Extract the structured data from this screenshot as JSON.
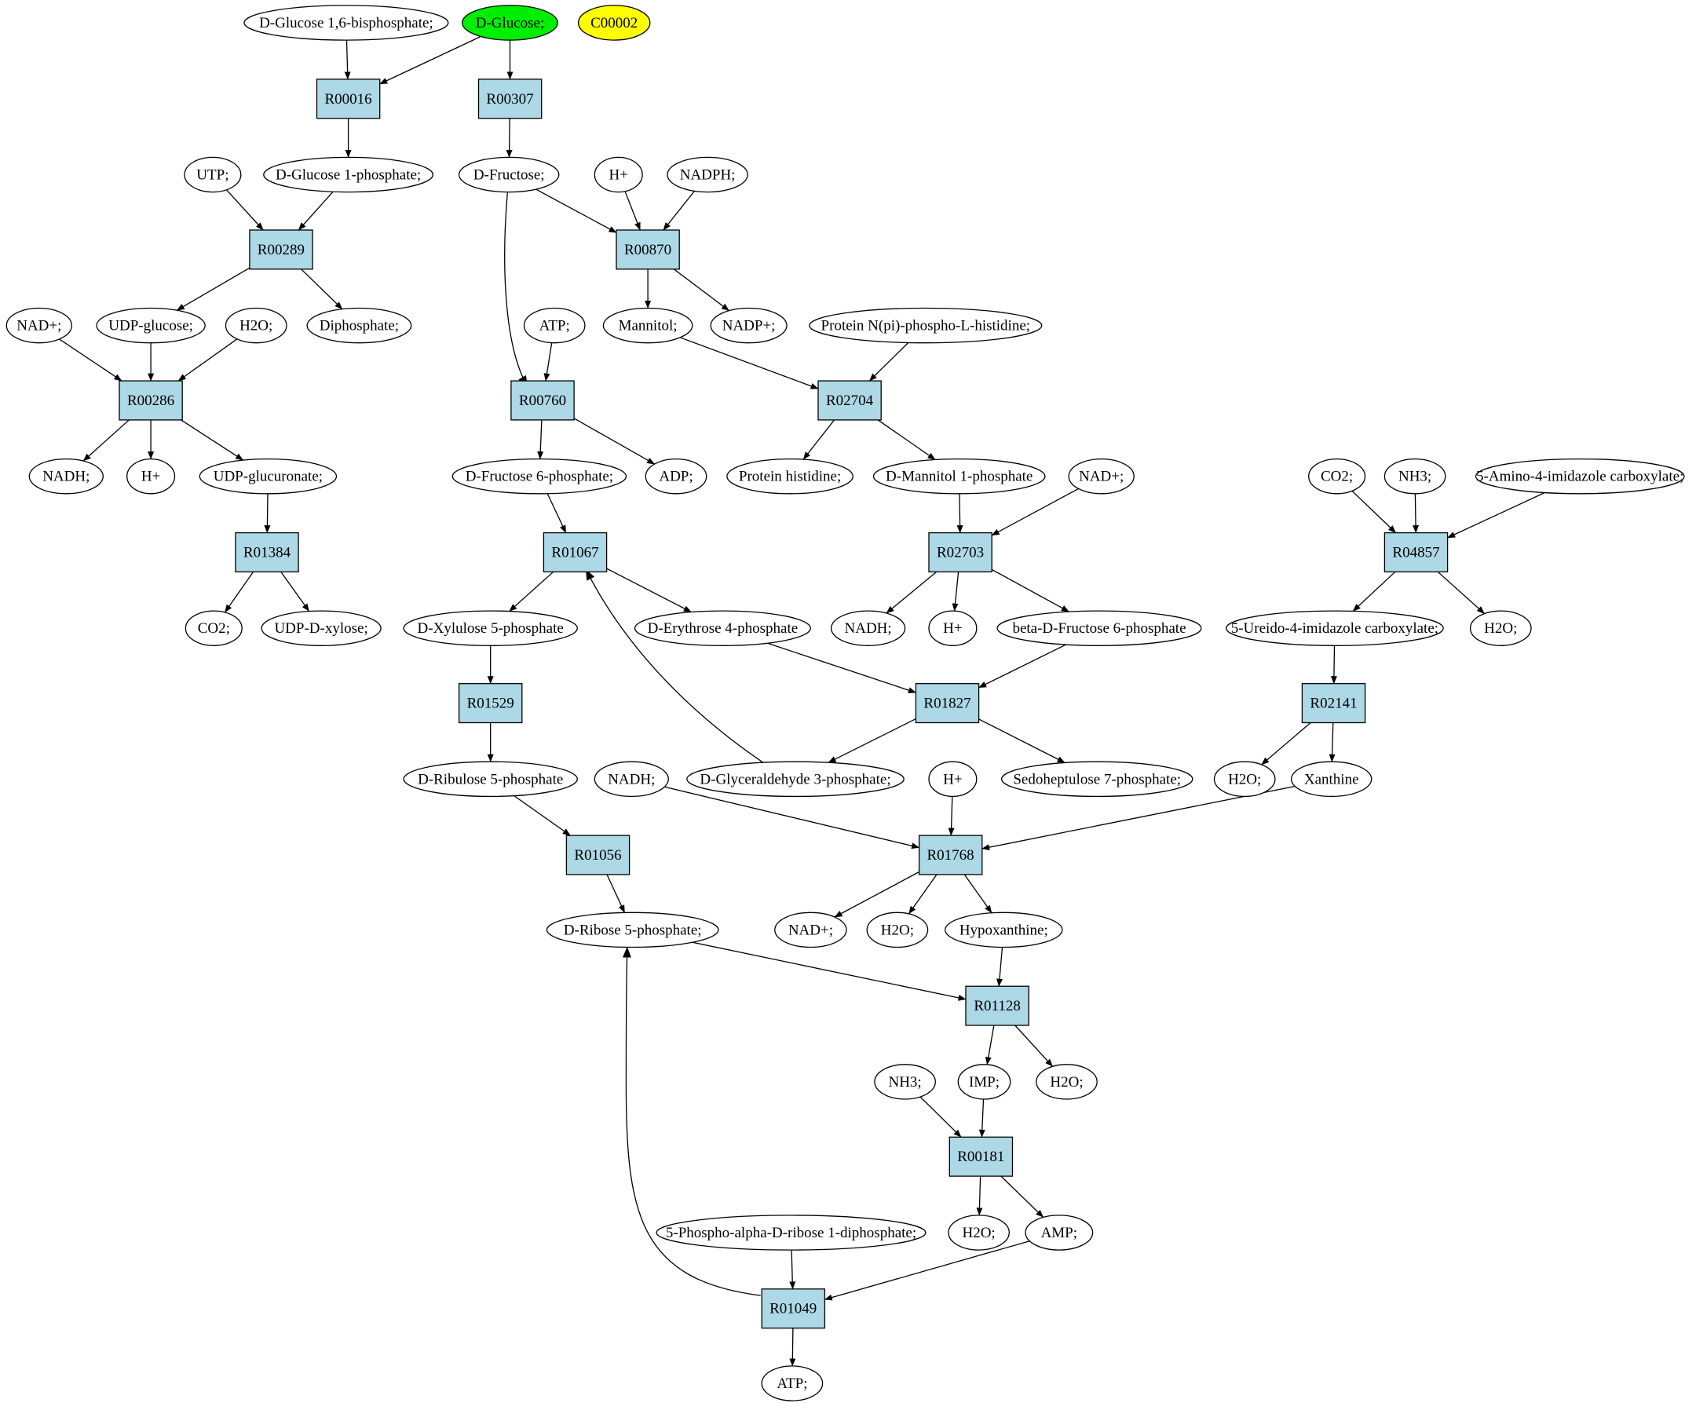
{
  "colors": {
    "background": "#ffffff",
    "compound_fill": "#ffffff",
    "highlight_green": "#00ee00",
    "highlight_yellow": "#ffff00",
    "reaction_fill": "#add8e6",
    "line": "#000000"
  },
  "compounds": {
    "c1": "D-Glucose 1,6-bisphosphate;",
    "c2": "D-Glucose;",
    "c3": "C00002",
    "c4": "UTP;",
    "c5": "D-Glucose 1-phosphate;",
    "c6": "D-Fructose;",
    "c7": "H+",
    "c8": "NADPH;",
    "c9": "NAD+;",
    "c10": "UDP-glucose;",
    "c11": "H2O;",
    "c12": "Diphosphate;",
    "c13": "ATP;",
    "c14": "Mannitol;",
    "c15": "NADP+;",
    "c16": "Protein N(pi)-phospho-L-histidine;",
    "c17": "NADH;",
    "c18": "H+",
    "c19": "UDP-glucuronate;",
    "c20": "D-Fructose 6-phosphate;",
    "c21": "ADP;",
    "c22": "Protein histidine;",
    "c23": "D-Mannitol 1-phosphate",
    "c24": "NAD+;",
    "c25": "CO2;",
    "c26": "NH3;",
    "c27": "5-Amino-4-imidazole carboxylate;",
    "c28": "CO2;",
    "c29": "UDP-D-xylose;",
    "c30": "D-Xylulose 5-phosphate",
    "c31": "D-Erythrose 4-phosphate",
    "c32": "NADH;",
    "c33": "H+",
    "c34": "beta-D-Fructose 6-phosphate",
    "c35": "5-Ureido-4-imidazole carboxylate;",
    "c36": "H2O;",
    "c37": "D-Ribulose 5-phosphate",
    "c38": "NADH;",
    "c39": "D-Glyceraldehyde 3-phosphate;",
    "c40": "H+",
    "c41": "Sedoheptulose 7-phosphate;",
    "c42": "H2O;",
    "c43": "Xanthine",
    "c44": "D-Ribose 5-phosphate;",
    "c45": "NAD+;",
    "c46": "H2O;",
    "c47": "Hypoxanthine;",
    "c48": "NH3;",
    "c49": "IMP;",
    "c50": "H2O;",
    "c51": "5-Phospho-alpha-D-ribose 1-diphosphate;",
    "c52": "H2O;",
    "c53": "AMP;",
    "c54": "ATP;"
  },
  "reactions": {
    "r1": "R00016",
    "r2": "R00307",
    "r3": "R00289",
    "r4": "R00870",
    "r5": "R00286",
    "r6": "R00760",
    "r7": "R02704",
    "r8": "R01384",
    "r9": "R01067",
    "r10": "R02703",
    "r11": "R04857",
    "r12": "R01529",
    "r13": "R01827",
    "r14": "R02141",
    "r15": "R01056",
    "r16": "R01768",
    "r17": "R01128",
    "r18": "R00181",
    "r19": "R01049"
  },
  "edges": [
    [
      "c1",
      "r1"
    ],
    [
      "c2",
      "r1"
    ],
    [
      "c2",
      "r2"
    ],
    [
      "r1",
      "c5"
    ],
    [
      "r2",
      "c6"
    ],
    [
      "c4",
      "r3"
    ],
    [
      "c5",
      "r3"
    ],
    [
      "c6",
      "r4"
    ],
    [
      "c7",
      "r4"
    ],
    [
      "c8",
      "r4"
    ],
    [
      "r3",
      "c10"
    ],
    [
      "r3",
      "c12"
    ],
    [
      "r4",
      "c14"
    ],
    [
      "r4",
      "c15"
    ],
    [
      "c9",
      "r5"
    ],
    [
      "c10",
      "r5"
    ],
    [
      "c11",
      "r5"
    ],
    [
      "c6",
      "r6"
    ],
    [
      "c13",
      "r6"
    ],
    [
      "c14",
      "r7"
    ],
    [
      "c16",
      "r7"
    ],
    [
      "r5",
      "c17"
    ],
    [
      "r5",
      "c18"
    ],
    [
      "r5",
      "c19"
    ],
    [
      "r6",
      "c20"
    ],
    [
      "r6",
      "c21"
    ],
    [
      "r7",
      "c22"
    ],
    [
      "r7",
      "c23"
    ],
    [
      "c19",
      "r8"
    ],
    [
      "c20",
      "r9"
    ],
    [
      "c23",
      "r10"
    ],
    [
      "c24",
      "r10"
    ],
    [
      "c25",
      "r11"
    ],
    [
      "c26",
      "r11"
    ],
    [
      "c27",
      "r11"
    ],
    [
      "r8",
      "c28"
    ],
    [
      "r8",
      "c29"
    ],
    [
      "r9",
      "c30"
    ],
    [
      "r9",
      "c31"
    ],
    [
      "r10",
      "c32"
    ],
    [
      "r10",
      "c33"
    ],
    [
      "r10",
      "c34"
    ],
    [
      "r11",
      "c35"
    ],
    [
      "r11",
      "c36"
    ],
    [
      "c30",
      "r12"
    ],
    [
      "c31",
      "r13"
    ],
    [
      "c34",
      "r13"
    ],
    [
      "c35",
      "r14"
    ],
    [
      "r12",
      "c37"
    ],
    [
      "r13",
      "c39"
    ],
    [
      "r13",
      "c41"
    ],
    [
      "c39",
      "r9"
    ],
    [
      "r14",
      "c42"
    ],
    [
      "r14",
      "c43"
    ],
    [
      "c37",
      "r15"
    ],
    [
      "c38",
      "r16"
    ],
    [
      "c40",
      "r16"
    ],
    [
      "c43",
      "r16"
    ],
    [
      "r15",
      "c44"
    ],
    [
      "r16",
      "c45"
    ],
    [
      "r16",
      "c46"
    ],
    [
      "r16",
      "c47"
    ],
    [
      "c44",
      "r17"
    ],
    [
      "c47",
      "r17"
    ],
    [
      "r17",
      "c49"
    ],
    [
      "r17",
      "c50"
    ],
    [
      "c48",
      "r18"
    ],
    [
      "c49",
      "r18"
    ],
    [
      "r18",
      "c52"
    ],
    [
      "r18",
      "c53"
    ],
    [
      "c51",
      "r19"
    ],
    [
      "c53",
      "r19"
    ],
    [
      "r19",
      "c44"
    ],
    [
      "r19",
      "c54"
    ]
  ]
}
